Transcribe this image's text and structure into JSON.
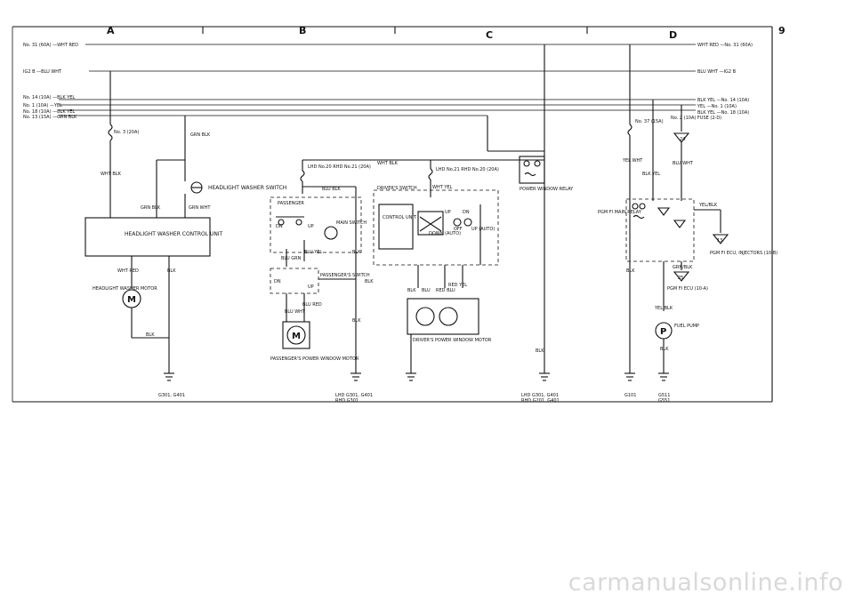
{
  "sections": [
    "A",
    "B",
    "C",
    "D"
  ],
  "page_number": "9",
  "left_feeds": [
    "No. 31 (60A) —WHT RED",
    "IG2 B —BLU WHT",
    "No. 14 (10A) —BLK YEL",
    "No. 1 (10A) —YEL",
    "No. 18 (10A) —BLK YEL",
    "No. 13 (15A) —GRN BLK"
  ],
  "right_feeds": [
    "WHT RED —No. 31 (60A)",
    "BLU WHT —IG2 B",
    "BLK YEL —No. 14 (10A)",
    "YEL —No. 1 (10A)",
    "BLK YEL —No. 18 (10A)"
  ],
  "fuses": {
    "no3": "No. 3 (20A)",
    "lhd_rhd_20": "LHD No.20 RHD No.21 (20A)",
    "lhd_rhd_21": "LHD No.21 RHD No.20 (20A)",
    "no37": "No. 37 (15A)",
    "no2": "No. 2 (10A) FUSE (2-D)"
  },
  "components": {
    "headlight_washer_switch": "HEADLIGHT WASHER SWITCH",
    "headlight_washer_control_unit": "HEADLIGHT WASHER CONTROL UNIT",
    "headlight_washer_motor": "HEADLIGHT WASHER MOTOR",
    "passenger": "PASSENGER",
    "main_switch": "MAIN SWITCH",
    "passengers_switch": "PASSENGER'S SWITCH",
    "passengers_motor": "PASSENGER'S POWER WINDOW MOTOR",
    "drivers_switch": "DRIVER'S SWITCH",
    "control_unit": "CONTROL UNIT",
    "drivers_motor": "DRIVER'S POWER WINDOW MOTOR",
    "power_window_relay": "POWER WINDOW RELAY",
    "pgm_fi_main_relay": "PGM FI MAIN RELAY",
    "pgm_fi_ecu_injectors": "PGM FI ECU, INJECTORS (10-B)",
    "pgm_fi_ecu": "PGM FI ECU (10-A)",
    "fuel_pump": "FUEL PUMP"
  },
  "switch_positions": {
    "dn": "DN",
    "up": "UP",
    "off": "OFF",
    "down_auto": "DOWN (AUTO)",
    "up_auto": "UP (AUTO)"
  },
  "wire_colors": {
    "grn_blk": "GRN BLK",
    "wht_blk": "WHT BLK",
    "wht_red": "WHT RED",
    "blk": "BLK",
    "grn_wht": "GRN WHT",
    "blu_blk": "BLU BLK",
    "blu_yel": "BLU YEL",
    "blu_grn": "BLU GRN",
    "blu_red": "BLU RED",
    "blu_wht": "BLU WHT",
    "wht_yel": "WHT YEL",
    "red_yel": "RED YEL",
    "red_blu": "RED BLU",
    "blu": "BLU",
    "yel_wht": "YEL WHT",
    "blk_yel": "BLK YEL",
    "yel_blk_slash": "YEL/BLK",
    "grn_blk_slash": "GRN/BLK",
    "yel_blk": "YEL BLK",
    "wht_blk_top": "WHT BLK"
  },
  "grounds": {
    "g301_g401": "G301, G401",
    "lhd_g301_g401": "LHD G301, G401",
    "rhd_g301": "RHD G301",
    "lhd_g301_g401_c": "LHD G301, G401",
    "rhd_g201_g401": "RHD G201, G401",
    "g101": "G101",
    "g511": "G511",
    "g551": "G551"
  },
  "connector_refs": {
    "c13": "13",
    "c25": "25",
    "c24": "24"
  },
  "watermark": "carmanualsonline.info"
}
